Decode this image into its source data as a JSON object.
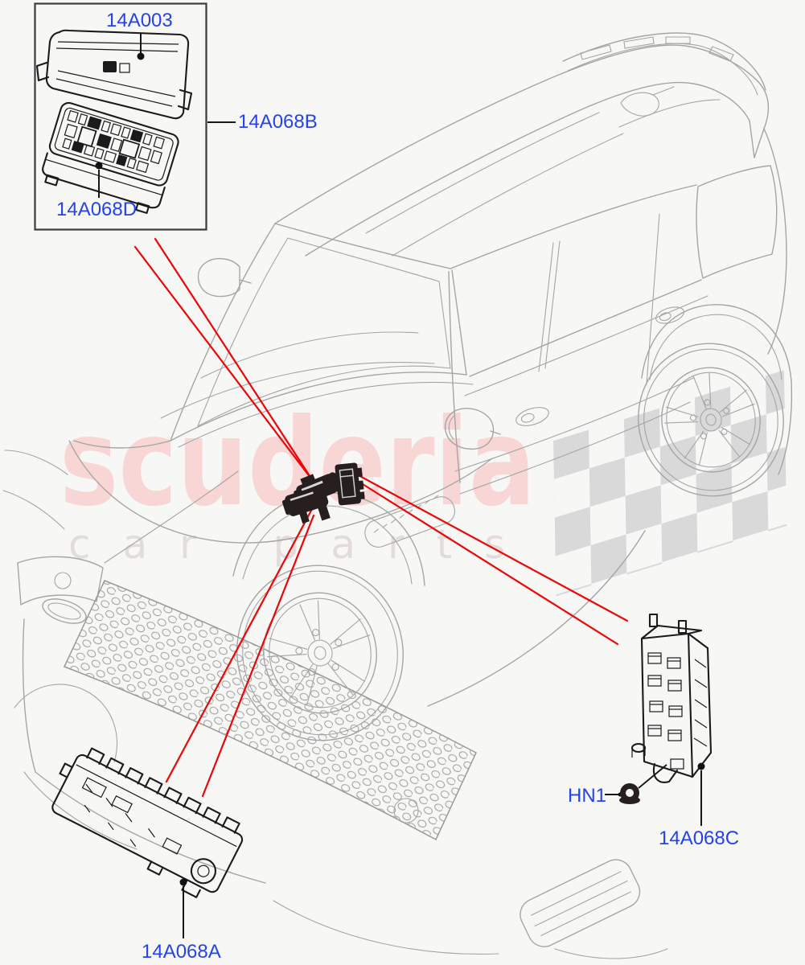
{
  "diagram": {
    "title_context": "Vehicle fuse and relay module locations diagram",
    "inset": {
      "cover_label": "14A003",
      "assembly_label": "14A068B",
      "fusebox_label": "14A068D"
    },
    "callouts": {
      "front_module_label": "14A068A",
      "nut_label": "HN1",
      "rear_module_label": "14A068C"
    },
    "watermark": {
      "brand": "scuderia",
      "tagline": "car parts"
    },
    "icons": [
      "fusebox-cover-icon",
      "fusebox-icon",
      "relay-bracket-icon",
      "junction-module-icon",
      "rear-junction-box-icon",
      "nut-icon",
      "checkered-flag-icon"
    ],
    "colors": {
      "label_blue": "#2343ee",
      "callout_red": "#ee0505",
      "car_line_gray": "#a5a5a5",
      "watermark_pink": "#f8d6d6",
      "tagline_gray": "#e2dcdc",
      "checker_gray": "#d9d9d9",
      "part_ink": "#1b1b1b",
      "background": "#f7f7f5"
    }
  }
}
